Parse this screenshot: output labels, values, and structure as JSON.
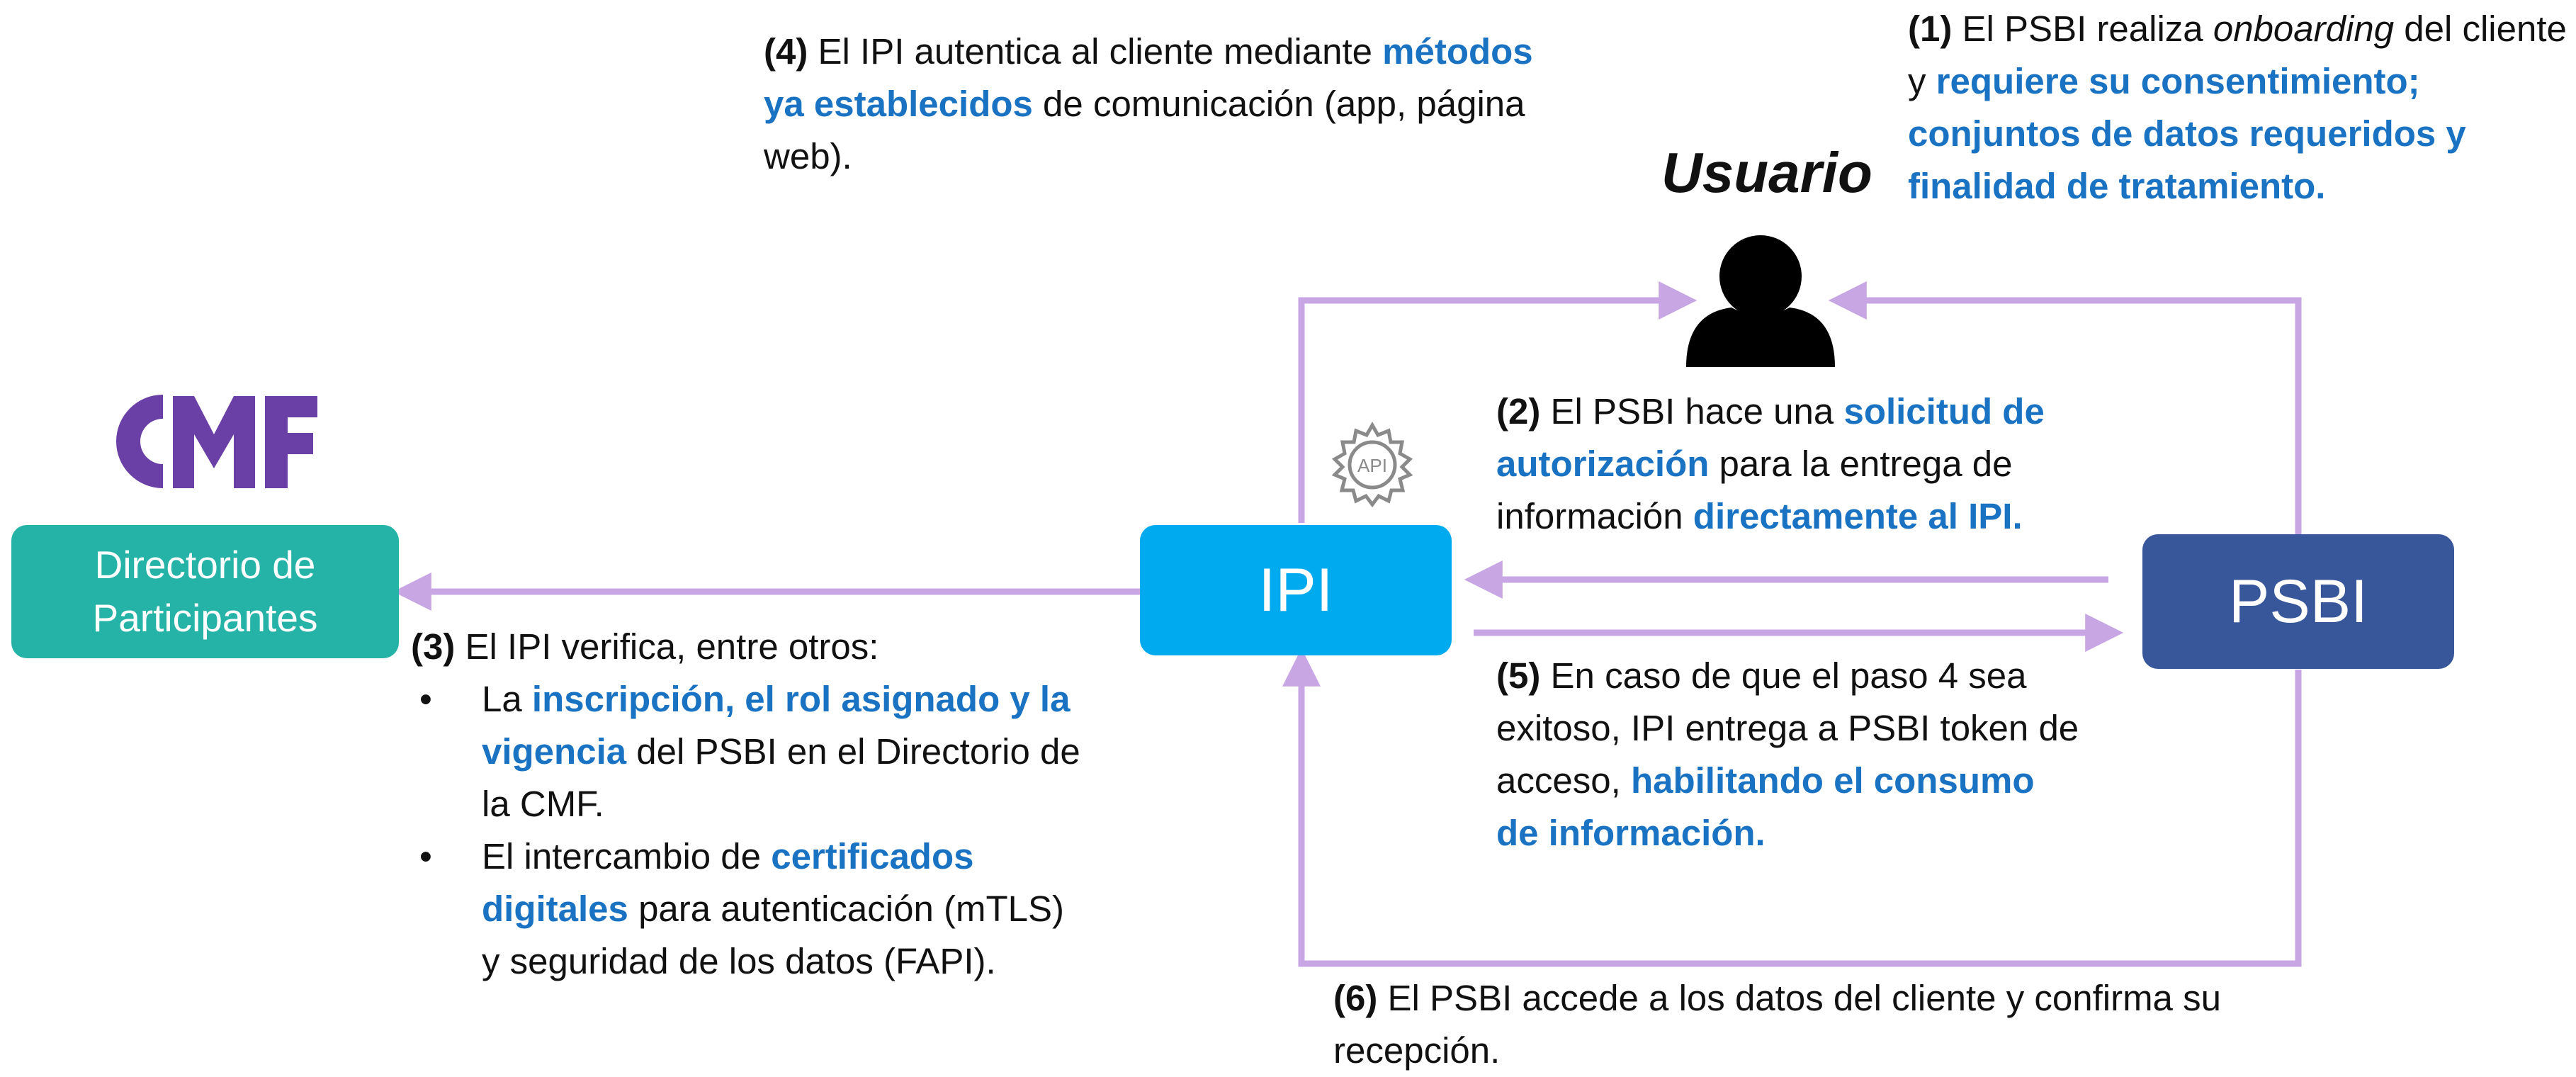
{
  "colors": {
    "arrow": "#c7a6e3",
    "directorio_box": "#24b3a6",
    "ipi_box": "#00aaee",
    "psbi_box": "#38569a",
    "highlight_text": "#1a73c2",
    "cmf_logo": "#6a3fa6"
  },
  "logo": {
    "text": "CMF"
  },
  "icons": {
    "user": "person-silhouette-icon",
    "api": "api-gear-icon"
  },
  "labels": {
    "usuario": "Usuario",
    "ipi": "IPI",
    "psbi": "PSBI",
    "directorio_line1": "Directorio de",
    "directorio_line2": "Participantes",
    "api": "API"
  },
  "steps": {
    "s1": {
      "num": "(1)",
      "a": "El PSBI realiza",
      "b": "onboarding",
      "c": "del cliente y",
      "d": "requiere su consentimiento; conjuntos de datos requeridos y finalidad de tratamiento."
    },
    "s2": {
      "num": "(2)",
      "a": "El PSBI hace una",
      "b": "solicitud de autorización",
      "c": "para la entrega de información",
      "d": "directamente al IPI."
    },
    "s3": {
      "num": "(3)",
      "intro": "El IPI verifica, entre otros:",
      "b1a": "La",
      "b1b": "inscripción, el rol asignado y la vigencia",
      "b1c": "del PSBI en el Directorio de la CMF.",
      "b2a": "El intercambio de",
      "b2b": "certificados digitales",
      "b2c": "para autenticación (mTLS) y seguridad de los datos (FAPI)."
    },
    "s4": {
      "num": "(4)",
      "a": "El IPI autentica al cliente mediante",
      "b": "métodos ya establecidos",
      "c": "de comunicación (app, página web)."
    },
    "s5": {
      "num": "(5)",
      "a": "En caso de que el paso 4 sea exitoso, IPI entrega a PSBI token de acceso,",
      "b": "habilitando el consumo de información."
    },
    "s6": {
      "num": "(6)",
      "a": "El PSBI accede a los datos del cliente y confirma su recepción."
    }
  }
}
